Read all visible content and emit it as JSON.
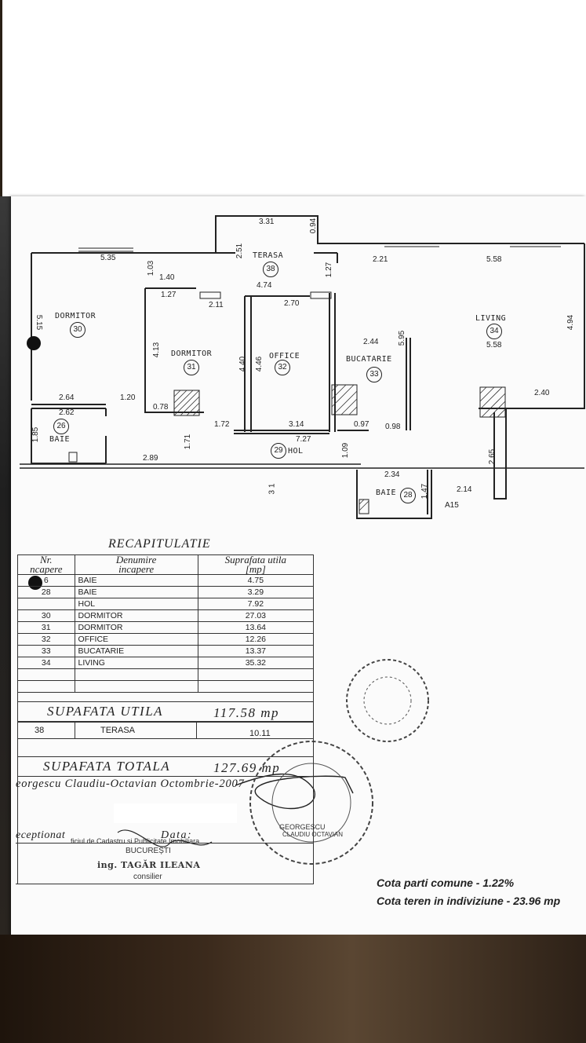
{
  "plan": {
    "rooms": [
      {
        "id": "terasa",
        "name": "TERASA",
        "num": "38"
      },
      {
        "id": "dormitor30",
        "name": "DORMITOR",
        "num": "30"
      },
      {
        "id": "dormitor31",
        "name": "DORMITOR",
        "num": "31"
      },
      {
        "id": "office",
        "name": "OFFICE",
        "num": "32"
      },
      {
        "id": "bucatarie",
        "name": "BUCATARIE",
        "num": "33"
      },
      {
        "id": "living",
        "name": "LIVING",
        "num": "34"
      },
      {
        "id": "baie26",
        "name": "BAIE",
        "num": "26"
      },
      {
        "id": "hol",
        "name": "HOL",
        "num": "29"
      },
      {
        "id": "baie28",
        "name": "BAIE",
        "num": "28"
      }
    ],
    "dims": {
      "d331": "3.31",
      "d094": "0.94",
      "d535": "5.35",
      "d103": "1.03",
      "d251": "2.51",
      "d221": "2.21",
      "d558a": "5.58",
      "d140": "1.40",
      "d474": "4.74",
      "d127a": "1.27",
      "d127b": "1.27",
      "d211": "2.11",
      "d270": "2.70",
      "d515": "5.15",
      "d413": "4.13",
      "d440": "4.40",
      "d446": "4.46",
      "d244": "2.44",
      "d595": "5.95",
      "d558b": "5.58",
      "d494": "4.94",
      "d264": "2.64",
      "d120": "1.20",
      "d262": "2.62",
      "d078": "0.78",
      "d240": "2.40",
      "d185": "1.85",
      "d172": "1.72",
      "d314": "3.14",
      "d097": "0.97",
      "d098": "0.98",
      "d727": "7.27",
      "d171": "1.71",
      "d289": "2.89",
      "d109": "1.09",
      "d265": "2.65",
      "d234": "2.34",
      "d147": "1.47",
      "d214": "2.14",
      "a15": "A15",
      "d31": "3 1"
    }
  },
  "recap": {
    "title": "RECAPITULATIE",
    "headers": [
      "Nr.\nncapere",
      "Denumire\nincapere",
      "Suprafata utila\n[mp]"
    ],
    "rows": [
      [
        "6",
        "BAIE",
        "4.75"
      ],
      [
        "28",
        "BAIE",
        "3.29"
      ],
      [
        "",
        "HOL",
        "7.92"
      ],
      [
        "30",
        "DORMITOR",
        "27.03"
      ],
      [
        "31",
        "DORMITOR",
        "13.64"
      ],
      [
        "32",
        "OFFICE",
        "12.26"
      ],
      [
        "33",
        "BUCATARIE",
        "13.37"
      ],
      [
        "34",
        "LIVING",
        "35.32"
      ],
      [
        "",
        "",
        ""
      ],
      [
        "",
        "",
        ""
      ]
    ],
    "utila_label": "SUPAFATA  UTILA",
    "utila_value": "117.58  mp",
    "terasa_row": [
      "38",
      "TERASA",
      "10.11"
    ],
    "totala_label": "SUPAFATA  TOTALA",
    "totala_value": "127.69  mp",
    "author_line": "eorgescu  Claudiu-Octavian  Octombrie-2007",
    "receptionat": "eceptionat",
    "data_label": "Data:",
    "oficiul": "ficiul de Cadastru si Publicitate Imobiliara",
    "bucuresti": "BUCUREȘTI",
    "ing": "ing. TAGĂR ILEANA",
    "consilier": "consilier"
  },
  "stamps": {
    "round_text": "CLAUDIU OCTAVIAN",
    "name": "GEORGESCU"
  },
  "notes": {
    "cota_comune": "Cota parti comune - 1.22%",
    "cota_teren": "Cota teren in indiviziune - 23.96 mp"
  }
}
